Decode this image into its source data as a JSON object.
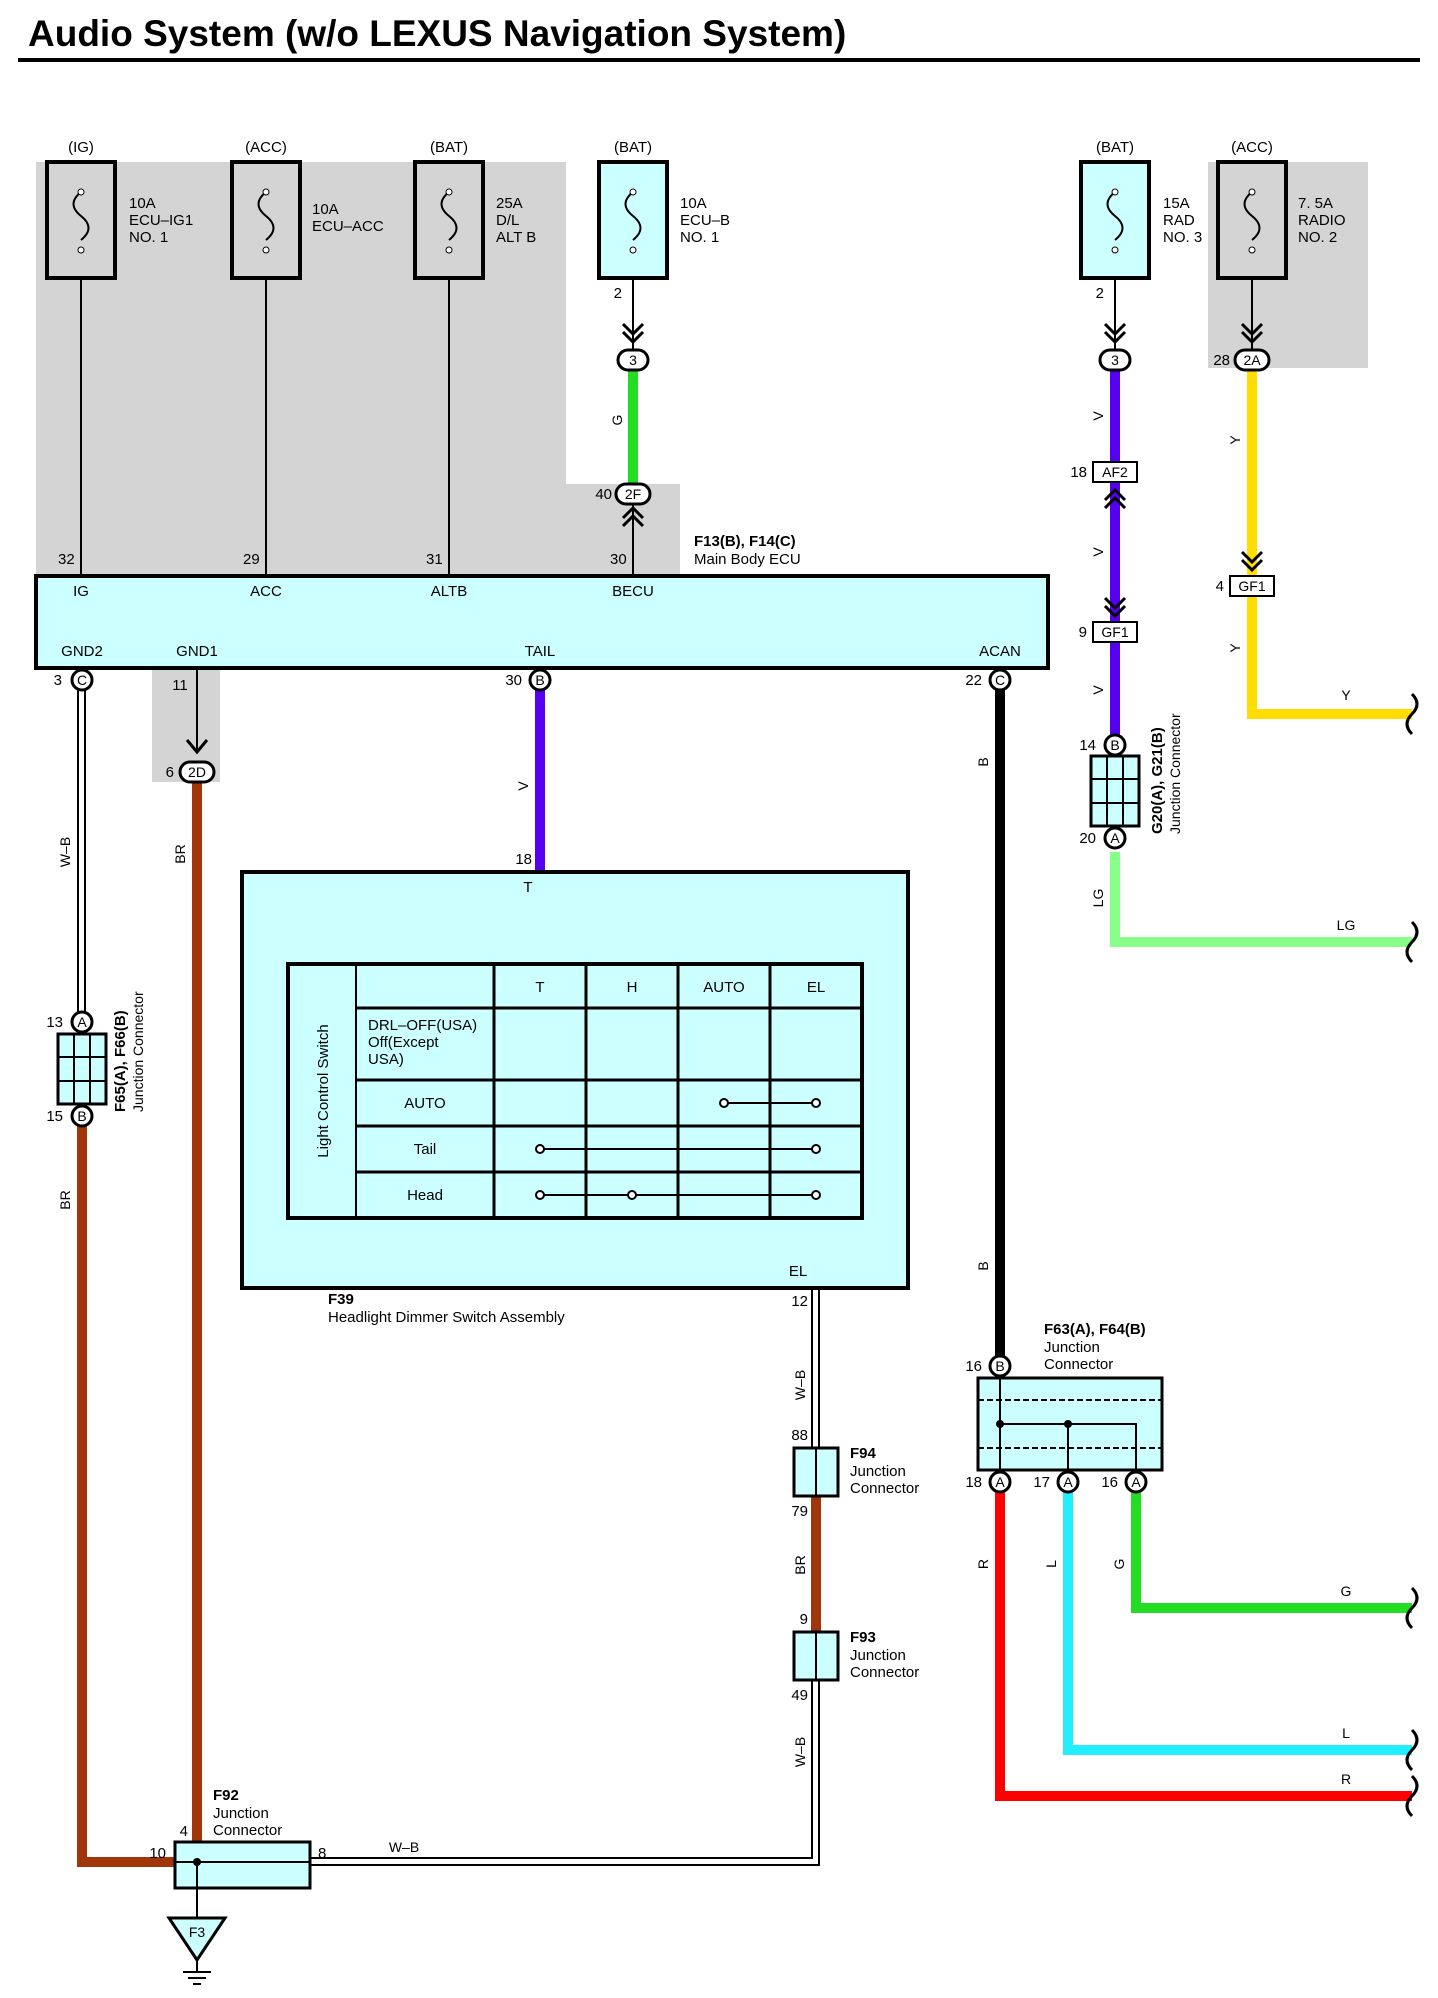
{
  "title": "Audio System (w/o LEXUS Navigation System)",
  "colors": {
    "grey_zone": "#d4d4d4",
    "box_fill": "#ccffff",
    "G": "#22dd22",
    "V": "#5500ee",
    "Y": "#ffdd00",
    "BR": "#a0360a",
    "B": "#000000",
    "LG": "#88ff88",
    "R": "#ff0000",
    "L": "#22eeff"
  },
  "fuses": [
    {
      "power": "(IG)",
      "amp": "10A",
      "l1": "ECU–IG1",
      "l2": "NO. 1"
    },
    {
      "power": "(ACC)",
      "amp": "10A",
      "l1": "ECU–ACC",
      "l2": ""
    },
    {
      "power": "(BAT)",
      "amp": "25A",
      "l1": "D/L",
      "l2": "ALT B"
    },
    {
      "power": "(BAT)",
      "amp": "10A",
      "l1": "ECU–B",
      "l2": "NO. 1"
    },
    {
      "power": "(BAT)",
      "amp": "15A",
      "l1": "RAD",
      "l2": "NO. 3"
    },
    {
      "power": "(ACC)",
      "amp": "7. 5A",
      "l1": "RADIO",
      "l2": "NO. 2"
    }
  ],
  "ecu": {
    "id": "F13(B), F14(C)",
    "name": "Main Body ECU",
    "top_pins": [
      {
        "num": "32",
        "name": "IG"
      },
      {
        "num": "29",
        "name": "ACC"
      },
      {
        "num": "31",
        "name": "ALTB"
      },
      {
        "num": "30",
        "name": "BECU"
      }
    ],
    "bottom_pins": [
      {
        "name": "GND2",
        "num": "3",
        "conn": "C"
      },
      {
        "name": "GND1",
        "num": "11"
      },
      {
        "name": "TAIL",
        "num": "30",
        "conn": "B"
      },
      {
        "name": "ACAN",
        "num": "22",
        "conn": "C"
      }
    ]
  },
  "connectors": {
    "c3a": "3",
    "c3b": "3",
    "p2": "2",
    "p2b": "2",
    "c2f": "2F",
    "p40": "40",
    "c2a": "2A",
    "p28": "28",
    "c2d": "2D",
    "p6": "6",
    "af2": "AF2",
    "p18": "18",
    "gf1": "GF1",
    "p9": "9",
    "p4": "4",
    "a": "A",
    "b": "B"
  },
  "wires": {
    "G": "G",
    "V": "V",
    "Y": "Y",
    "WB": "W–B",
    "BR": "BR",
    "B": "B",
    "LG": "LG",
    "R": "R",
    "L": "L"
  },
  "g20": {
    "label": "G20(A), G21(B)",
    "sub": "Junction Connector",
    "p_top": "14",
    "p_bot": "20"
  },
  "f65": {
    "label": "F65(A), F66(B)",
    "sub": "Junction Connector",
    "p_top": "13",
    "p_bot": "15"
  },
  "f39": {
    "id": "F39",
    "name": "Headlight Dimmer Switch Assembly",
    "pin_t": "18",
    "t": "T",
    "el": "EL",
    "pin_el": "12",
    "table_title": "Light Control Switch",
    "cols": [
      "T",
      "H",
      "AUTO",
      "EL"
    ],
    "rows": [
      "DRL–OFF(USA)",
      "Off(Except",
      "USA)",
      "AUTO",
      "Tail",
      "Head"
    ]
  },
  "f94": {
    "id": "F94",
    "l1": "Junction",
    "l2": "Connector",
    "p_in": "88",
    "p_out": "79"
  },
  "f93": {
    "id": "F93",
    "l1": "Junction",
    "l2": "Connector",
    "p_in": "9",
    "p_out": "49"
  },
  "f92": {
    "id": "F92",
    "l1": "Junction",
    "l2": "Connector",
    "p_top": "4",
    "p_left": "10",
    "p_right": "8"
  },
  "ground": "F3",
  "f63": {
    "id": "F63(A), F64(B)",
    "l1": "Junction",
    "l2": "Connector",
    "p_top": "16",
    "p1": "18",
    "p2": "17",
    "p3": "16"
  }
}
